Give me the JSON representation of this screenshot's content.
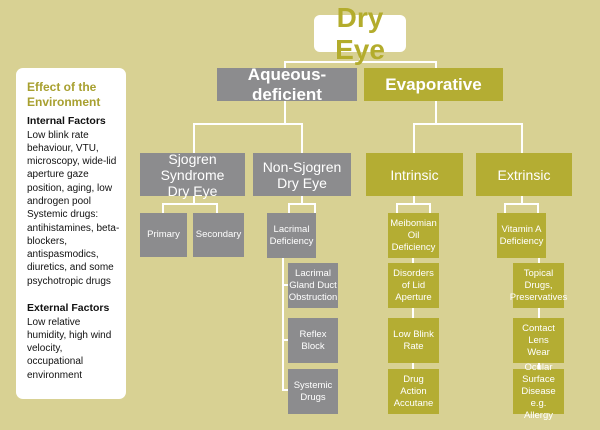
{
  "title": "Dry Eye",
  "categories": {
    "aqueous": "Aqueous-deficient",
    "evaporative": "Evaporative"
  },
  "aqueous_branches": {
    "sjogren": {
      "line1": "Sjogren Syndrome",
      "line2": "Dry Eye",
      "items": [
        "Primary",
        "Secondary"
      ]
    },
    "non_sjogren": {
      "line1": "Non-Sjogren",
      "line2": "Dry Eye",
      "items": [
        "Lacrimal Deficiency",
        "Lacrimal Gland Duct Obstruction",
        "Reflex Block",
        "Systemic Drugs"
      ]
    }
  },
  "evaporative_branches": {
    "intrinsic": {
      "label": "Intrinsic",
      "items": [
        "Meibomian Oil Deficiency",
        "Disorders of Lid Aperture",
        "Low Blink Rate",
        "Drug Action Accutane"
      ]
    },
    "extrinsic": {
      "label": "Extrinsic",
      "items": [
        "Vitamin A Deficiency",
        "Topical Drugs, Preservatives",
        "Contact Lens Wear",
        "Ocular Surface Disease e.g. Allergy"
      ]
    }
  },
  "sidebar": {
    "heading_line1": "Effect of the",
    "heading_line2": "Environment",
    "internal_heading": "Internal Factors",
    "internal_text": "Low blink rate behaviour, VTU, microscopy, wide-lid aperture gaze position, aging, low androgen pool Systemic drugs: antihistamines, beta-blockers, antispasmodics, diuretics, and some psychotropic drugs",
    "external_heading": "External Factors",
    "external_text": "Low relative humidity, high wind velocity, occupational environment"
  },
  "colors": {
    "background": "#d8d193",
    "grey_box": "#8c8c8e",
    "olive_box": "#b4ad33",
    "title_text": "#b3ac2c",
    "connector": "#ffffff"
  }
}
